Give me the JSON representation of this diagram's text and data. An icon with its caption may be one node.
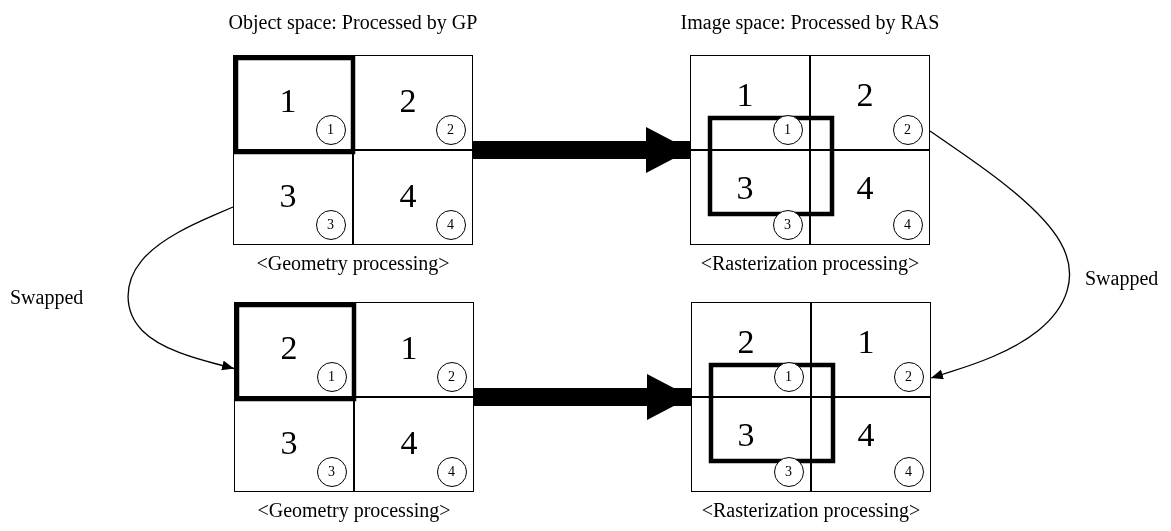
{
  "diagram": {
    "nodes": [
      {
        "text": [
          "Object space: Processed by GP"
        ],
        "beside": [
          "<Geometry processing>"
        ]
      },
      {
        "text": [
          "1"
        ],
        "in": 0
      },
      {
        "text": [
          "1"
        ],
        "in": 1
      },
      {
        "text": [
          "2"
        ],
        "in": 0
      },
      {
        "text": [
          "2"
        ],
        "in": 3
      },
      {
        "text": [
          "3"
        ],
        "in": 0
      },
      {
        "text": [
          "3"
        ],
        "in": 5
      },
      {
        "text": [
          "4"
        ],
        "in": 0
      },
      {
        "text": [
          "4"
        ],
        "in": 7
      },
      {
        "text": [
          "Image space: Processed by RAS"
        ],
        "beside": [
          "<Rasterization processing>"
        ]
      },
      {
        "text": [
          "1"
        ],
        "in": 9
      },
      {
        "text": [
          "1"
        ],
        "in": 10
      },
      {
        "text": [
          "2"
        ],
        "in": 9
      },
      {
        "text": [
          "2"
        ],
        "in": 12
      },
      {
        "text": [
          "3"
        ],
        "in": 9
      },
      {
        "text": [
          "3"
        ],
        "in": 14
      },
      {
        "text": [
          "4"
        ],
        "in": 9
      },
      {
        "text": [
          "4"
        ],
        "in": 16
      },
      {
        "text": [],
        "shape": "box",
        "beside": [
          "<Geometry processing>"
        ]
      },
      {
        "text": [
          "2"
        ],
        "in": 18
      },
      {
        "text": [
          "1"
        ],
        "in": 19
      },
      {
        "text": [
          "1"
        ],
        "in": 18
      },
      {
        "text": [
          "2"
        ],
        "in": 21
      },
      {
        "text": [
          "3"
        ],
        "in": 18
      },
      {
        "text": [
          "3"
        ],
        "in": 23
      },
      {
        "text": [
          "4"
        ],
        "in": 18
      },
      {
        "text": [
          "4"
        ],
        "in": 25
      },
      {
        "text": [],
        "shape": "box",
        "beside": [
          "<Rasterization processing>"
        ]
      },
      {
        "text": [
          "2"
        ],
        "in": 27
      },
      {
        "text": [
          "1"
        ],
        "in": 28
      },
      {
        "text": [
          "1"
        ],
        "in": 27
      },
      {
        "text": [
          "2"
        ],
        "in": 30
      },
      {
        "text": [
          "3"
        ],
        "in": 27
      },
      {
        "text": [
          "3"
        ],
        "in": 32
      },
      {
        "text": [
          "4"
        ],
        "in": 27
      },
      {
        "text": [
          "4"
        ],
        "in": 34
      }
    ],
    "edges": [
      {
        "from": 0,
        "to": 9,
        "arrow": "to",
        "style": "thick"
      },
      {
        "from": 18,
        "to": 27,
        "arrow": "to",
        "style": "thick"
      },
      {
        "from": 0,
        "to": 18,
        "arrow": "to",
        "label": "Swapped"
      },
      {
        "from": 9,
        "to": 27,
        "arrow": "to",
        "label": "Swapped"
      }
    ]
  }
}
